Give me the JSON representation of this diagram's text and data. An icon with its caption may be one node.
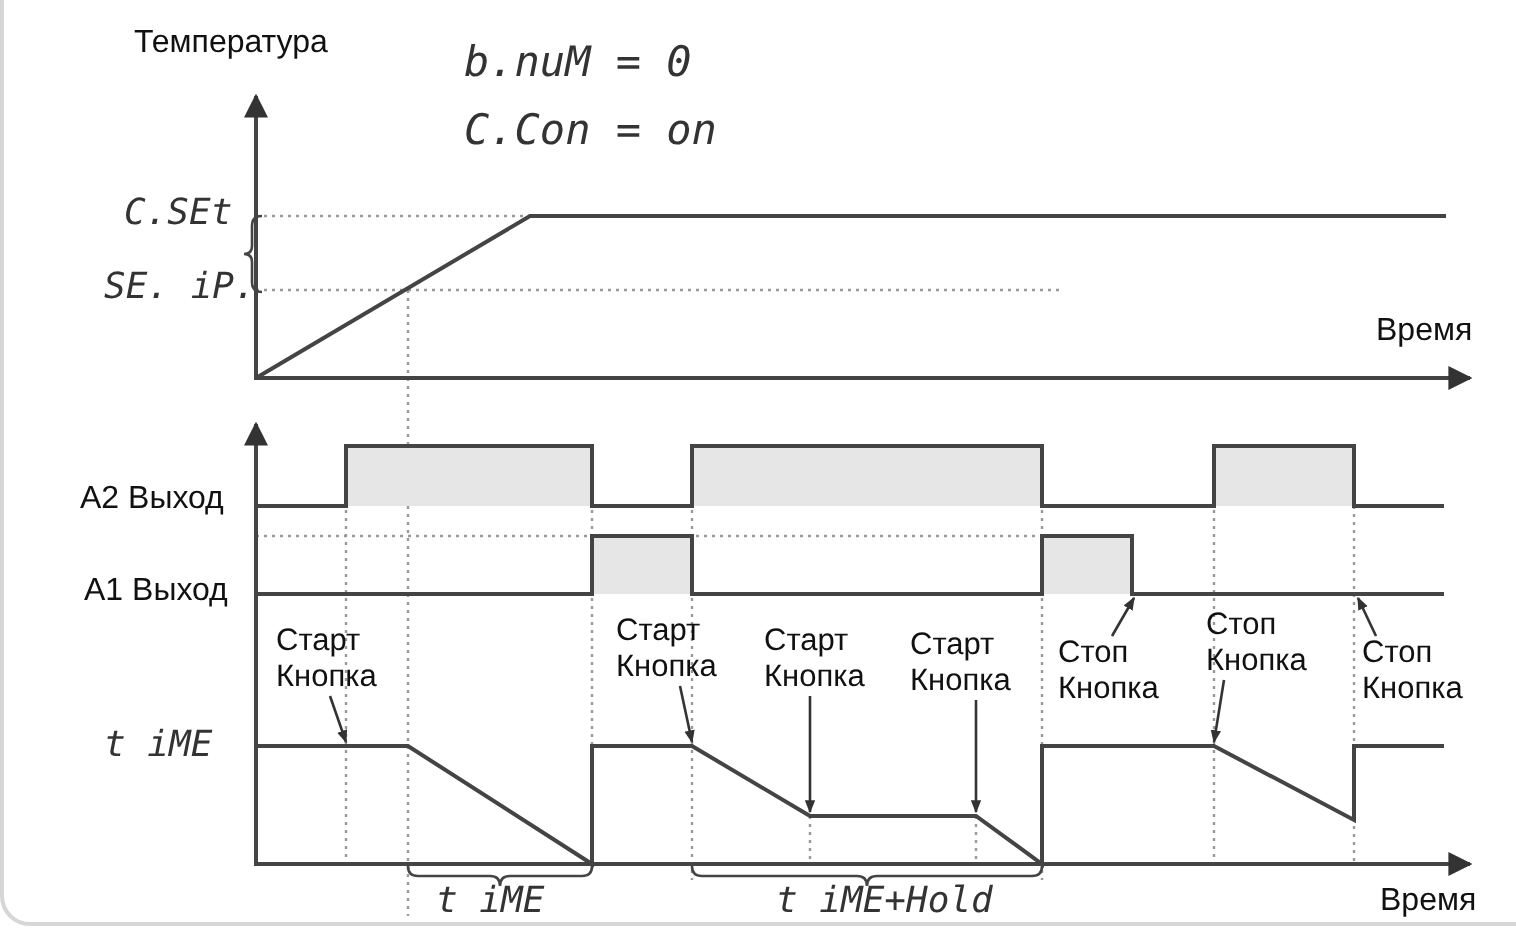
{
  "diagram": {
    "nodes": [
      {
        "text": [
          "Старт Кнопка"
        ]
      },
      {
        "text": [
          "Старт Кнопка"
        ]
      },
      {
        "text": [
          "Старт Кнопка"
        ]
      },
      {
        "text": [
          "Старт Кнопка"
        ]
      },
      {
        "text": [
          "Стоп Кнопка"
        ]
      },
      {
        "text": [
          "Стоп Кнопка"
        ]
      },
      {
        "text": [
          "Стоп Кнопка"
        ]
      },
      {
        "text": [],
        "shape": "line"
      },
      {
        "text": [],
        "shape": "line"
      }
    ],
    "edges": [
      {
        "from": 0,
        "to": 8,
        "arrow": "to"
      },
      {
        "from": 1,
        "to": 8,
        "arrow": "to"
      },
      {
        "from": 2,
        "to": 8,
        "arrow": "to"
      },
      {
        "from": 3,
        "to": 8,
        "arrow": "to"
      },
      {
        "from": 4,
        "to": 7,
        "arrow": "to"
      },
      {
        "from": 5,
        "to": 8,
        "arrow": "to"
      },
      {
        "from": 6,
        "to": 7,
        "arrow": "to"
      }
    ],
    "labels": [
      "Температура",
      "b.nuM = 0",
      "C.Con = on",
      "C.SEt",
      "SE. iP.",
      "Время",
      "A2 Выход",
      "A1 Выход",
      "t iME",
      "t iME",
      "t iME+Hold",
      "Время"
    ]
  }
}
